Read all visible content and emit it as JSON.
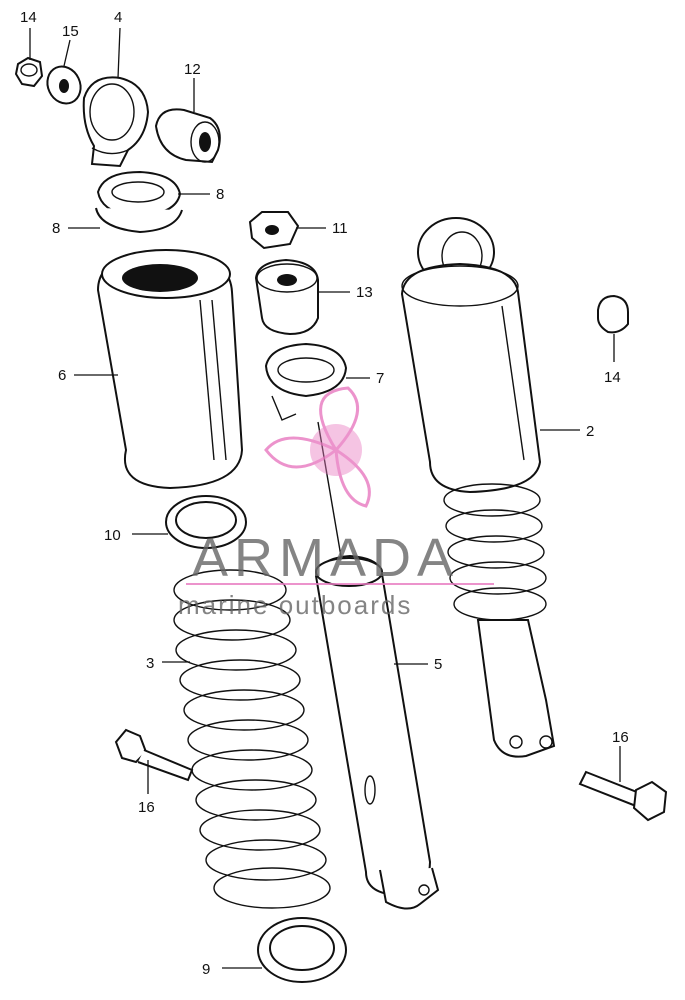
{
  "labels": {
    "l14a": "14",
    "l15": "15",
    "l4": "4",
    "l12": "12",
    "l8a": "8",
    "l8b": "8",
    "l11": "11",
    "l13": "13",
    "l7": "7",
    "l6": "6",
    "l2": "2",
    "l14b": "14",
    "l10": "10",
    "l5": "5",
    "l3": "3",
    "l16a": "16",
    "l16b": "16",
    "l9": "9"
  },
  "watermark": {
    "word": "ARMADA",
    "tagline": "marine outboards",
    "color_text": "#666666",
    "color_accent": "#e879c0"
  }
}
